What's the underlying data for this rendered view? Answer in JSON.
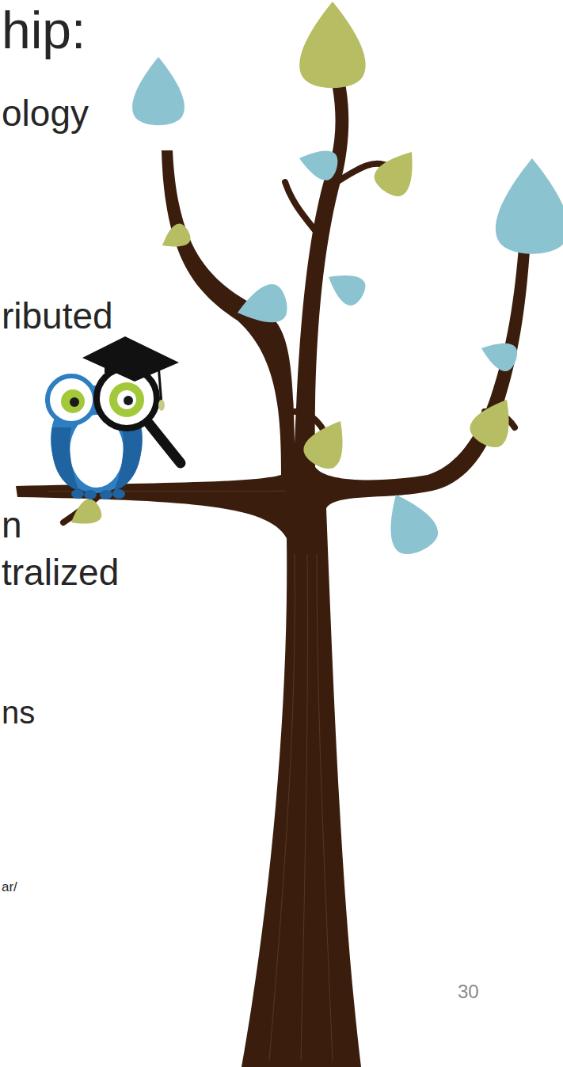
{
  "diagram": {
    "title": "hip:",
    "labels": [
      "ology",
      "ributed",
      "n",
      "tralized",
      "ns",
      "ar/",
      "30"
    ]
  }
}
